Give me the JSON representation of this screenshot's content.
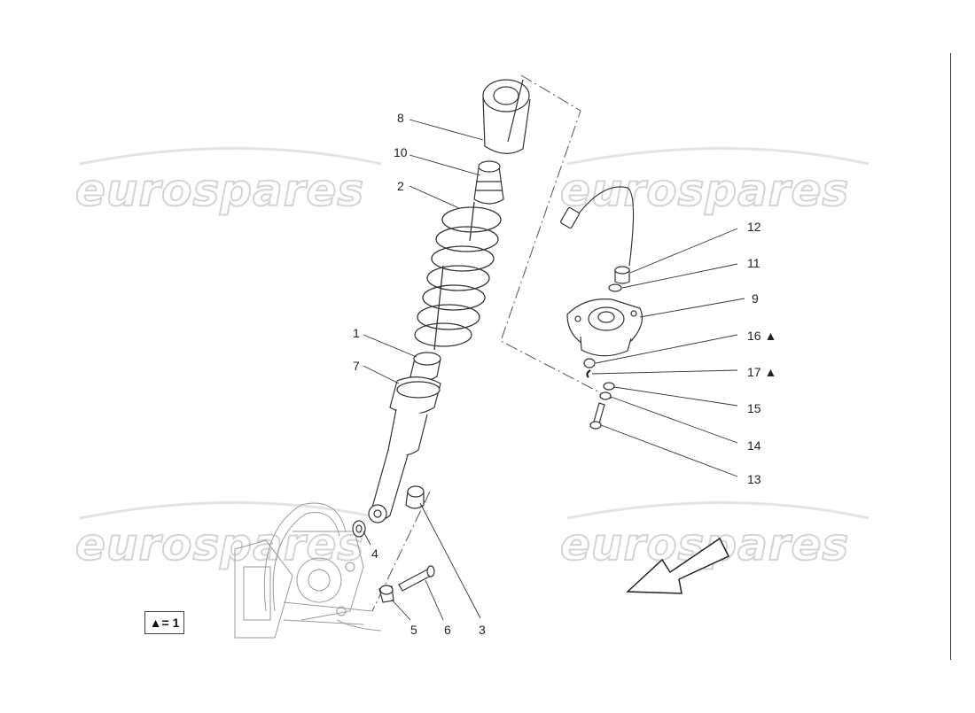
{
  "watermark": {
    "text": "eurospares"
  },
  "callouts": [
    {
      "id": "c1",
      "label": "1"
    },
    {
      "id": "c2",
      "label": "2"
    },
    {
      "id": "c3",
      "label": "3"
    },
    {
      "id": "c4",
      "label": "4"
    },
    {
      "id": "c5",
      "label": "5"
    },
    {
      "id": "c6",
      "label": "6"
    },
    {
      "id": "c7",
      "label": "7"
    },
    {
      "id": "c8",
      "label": "8"
    },
    {
      "id": "c9",
      "label": "9"
    },
    {
      "id": "c10",
      "label": "10"
    },
    {
      "id": "c11",
      "label": "11"
    },
    {
      "id": "c12",
      "label": "12"
    },
    {
      "id": "c13",
      "label": "13"
    },
    {
      "id": "c14",
      "label": "14"
    },
    {
      "id": "c15",
      "label": "15"
    },
    {
      "id": "c16",
      "label": "16 ▲"
    },
    {
      "id": "c17",
      "label": "17 ▲"
    }
  ],
  "legend": {
    "text": "▲= 1"
  }
}
